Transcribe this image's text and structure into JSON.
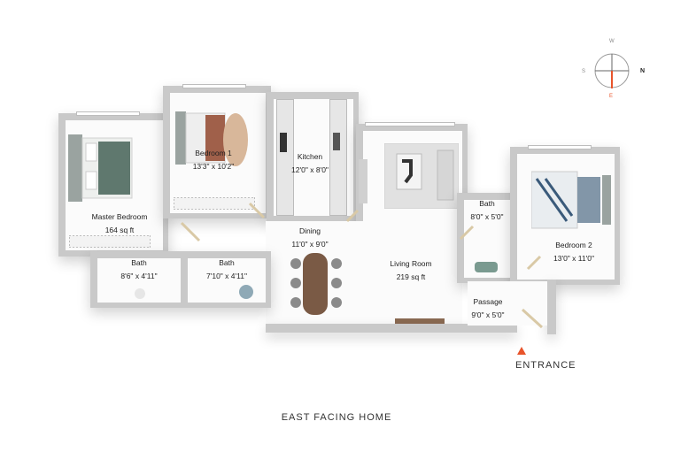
{
  "rooms": {
    "master_bedroom": {
      "name": "Master Bedroom",
      "area": "164 sq ft"
    },
    "bedroom1": {
      "name": "Bedroom 1",
      "size": "13'3\" x 10'2\""
    },
    "kitchen": {
      "name": "Kitchen",
      "size": "12'0\" x 8'0\""
    },
    "dining": {
      "name": "Dining",
      "size": "11'0\" x 9'0\""
    },
    "living": {
      "name": "Living Room",
      "area": "219 sq ft"
    },
    "bath_right": {
      "name": "Bath",
      "size": "8'0\" x 5'0\""
    },
    "bedroom2": {
      "name": "Bedroom 2",
      "size": "13'0\" x 11'0\""
    },
    "bath1": {
      "name": "Bath",
      "size": "8'6\" x 4'11\""
    },
    "bath2": {
      "name": "Bath",
      "size": "7'10\" x 4'11\""
    },
    "passage": {
      "name": "Passage",
      "size": "9'0\" x 5'0\""
    }
  },
  "entrance_label": "ENTRANCE",
  "caption": "EAST FACING HOME",
  "compass": {
    "w": "W",
    "s": "S",
    "n": "N",
    "e": "E",
    "accent": "#e8542b"
  },
  "colors": {
    "wall": "#c9c9c9",
    "floor": "#fbfbfb",
    "entrance": "#e8542b"
  }
}
